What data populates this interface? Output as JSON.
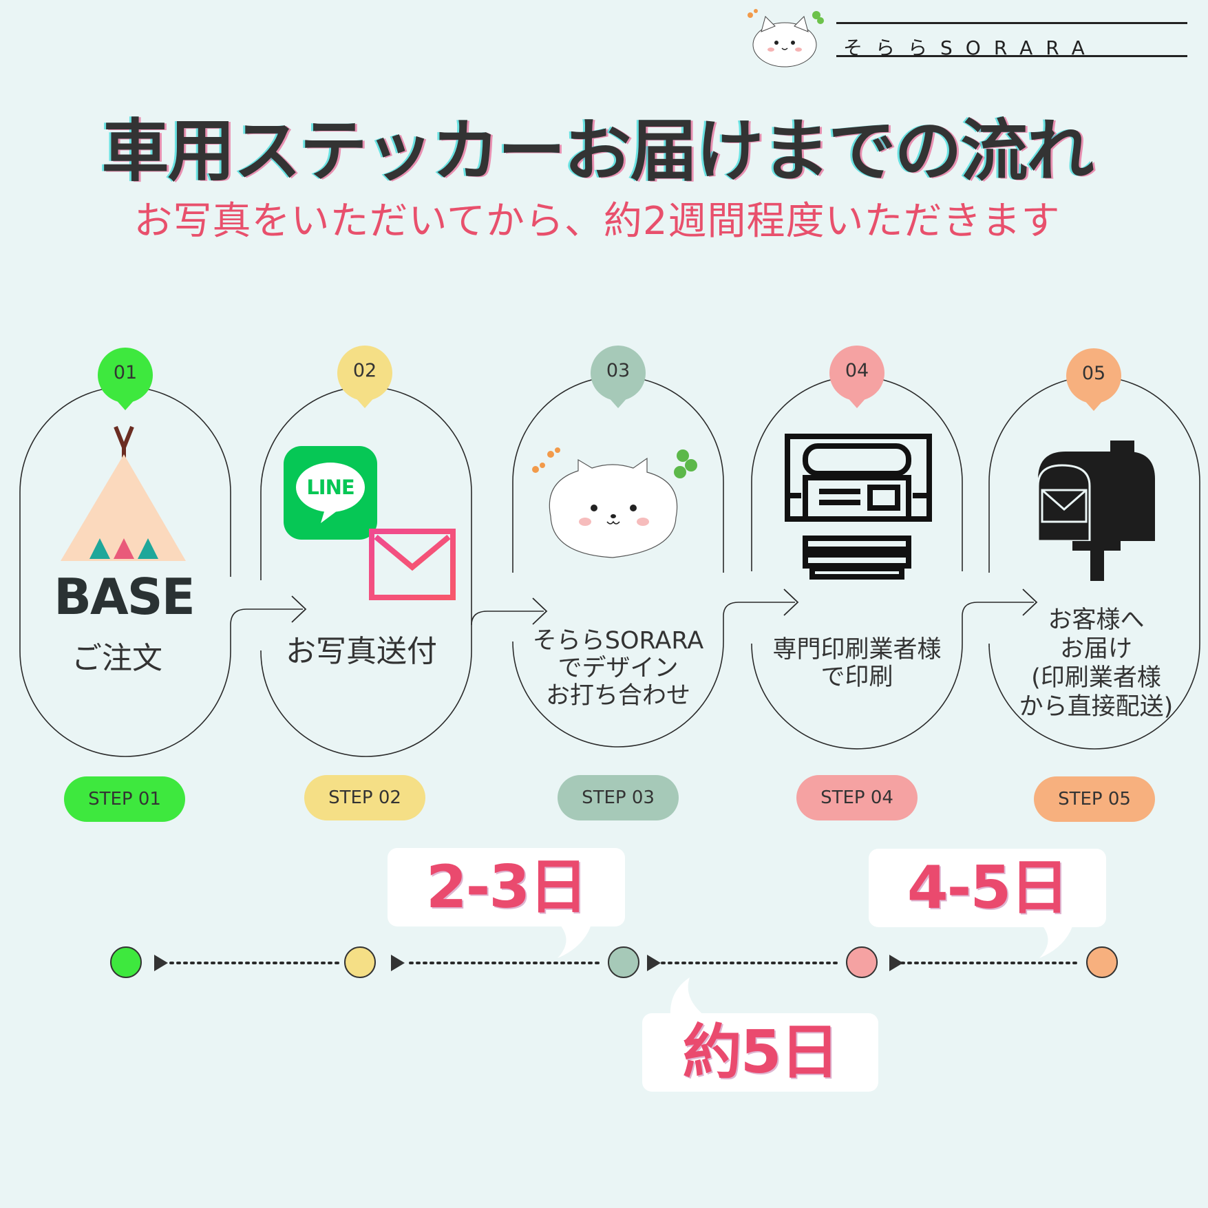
{
  "brand": {
    "name": "そららSORARA"
  },
  "header": {
    "title": "車用ステッカーお届けまでの流れ",
    "subtitle": "お写真をいただいてから、約2週間程度いただきます"
  },
  "colors": {
    "step1": "#3ee83e",
    "step2": "#f5df86",
    "step3": "#a6c9b8",
    "step4": "#f5a2a2",
    "step5": "#f7b07e",
    "accent_text": "#e8506c"
  },
  "steps": [
    {
      "number": "01",
      "pill": "STEP 01",
      "label": "ご注文",
      "icon": "base-tent-icon",
      "icon_text": "BASE"
    },
    {
      "number": "02",
      "pill": "STEP 02",
      "label": "お写真送付",
      "icon": "line-mail-icon",
      "icon_text": "LINE"
    },
    {
      "number": "03",
      "pill": "STEP 03",
      "label": "そららSORARA\nでデザイン\nお打ち合わせ",
      "icon": "cat-mascot-icon"
    },
    {
      "number": "04",
      "pill": "STEP 04",
      "label": "専門印刷業者様\nで印刷",
      "icon": "printer-icon"
    },
    {
      "number": "05",
      "pill": "STEP 05",
      "label": "お客様へ\nお届け\n(印刷業者様\nから直接配送)",
      "icon": "mailbox-icon"
    }
  ],
  "durations": [
    {
      "from": "STEP 02",
      "to": "STEP 03",
      "label": "2-3日"
    },
    {
      "from": "STEP 03",
      "to": "STEP 04",
      "label": "約5日"
    },
    {
      "from": "STEP 04",
      "to": "STEP 05",
      "label": "4-5日"
    }
  ]
}
